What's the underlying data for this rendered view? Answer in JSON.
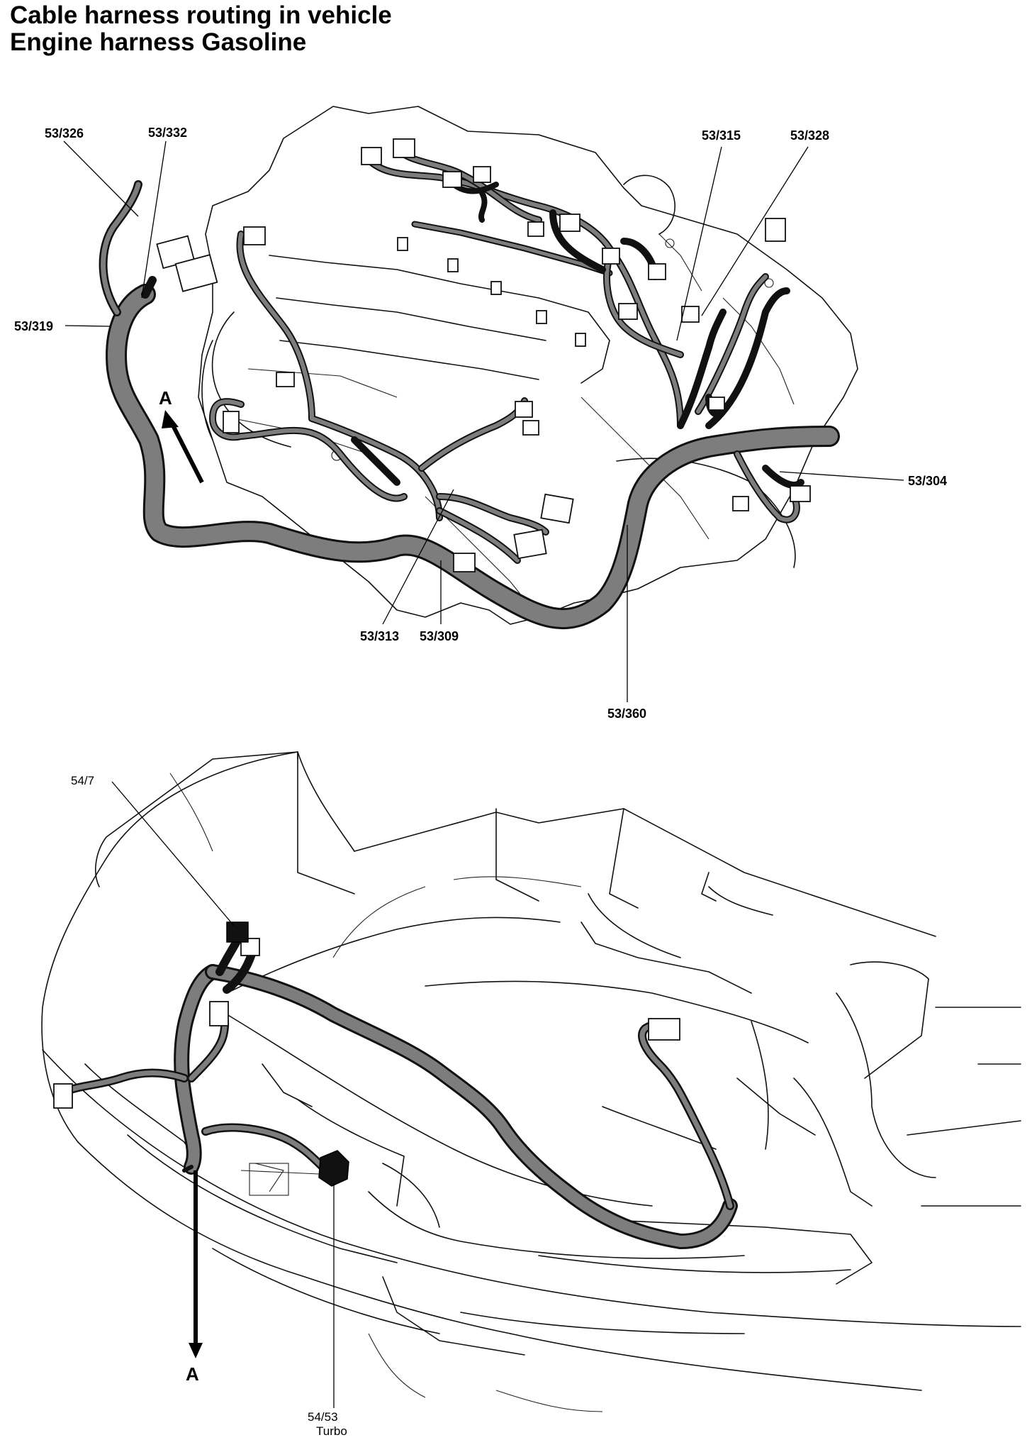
{
  "title": {
    "line1": "Cable harness routing in vehicle",
    "line2": "Engine harness Gasoline"
  },
  "engine_diagram": {
    "callouts": [
      "53/326",
      "53/332",
      "53/319",
      "53/315",
      "53/328",
      "53/304",
      "53/313",
      "53/309",
      "53/360"
    ],
    "arrow_label": "A"
  },
  "vehicle_diagram": {
    "callouts": [
      "54/7"
    ],
    "arrow_label": "A",
    "turbo_callout": {
      "code": "54/53",
      "note": "Turbo"
    }
  },
  "colors": {
    "harness": "#7d7d7d",
    "outline": "#111111",
    "connector_dark": "#111111"
  }
}
